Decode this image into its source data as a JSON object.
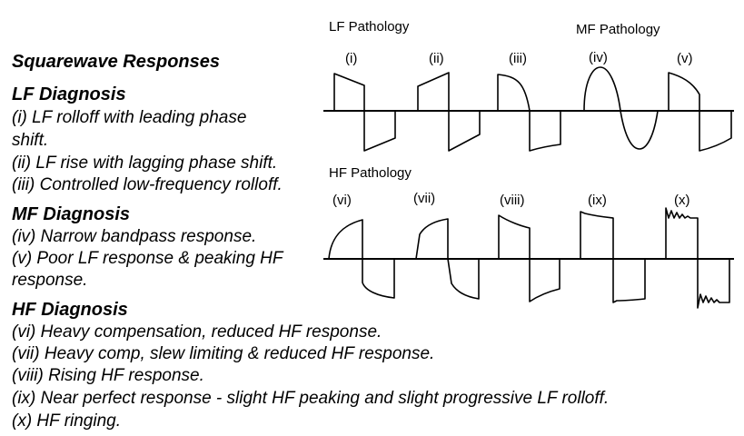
{
  "text_panel": {
    "title": "Squarewave Responses",
    "lf": {
      "heading": "LF Diagnosis",
      "items": [
        "(i) LF rolloff with leading phase",
        "shift.",
        "(ii) LF rise with lagging phase shift.",
        "(iii) Controlled low-frequency rolloff."
      ]
    },
    "mf": {
      "heading": "MF Diagnosis",
      "items": [
        "(iv) Narrow bandpass response.",
        "(v) Poor LF response & peaking HF",
        "response."
      ]
    },
    "hf": {
      "heading": "HF Diagnosis",
      "items": [
        "(vi) Heavy compensation, reduced HF response.",
        "(vii) Heavy comp, slew limiting & reduced HF response.",
        "(viii) Rising HF response.",
        "(ix) Near perfect response - slight HF peaking and slight progressive LF rolloff.",
        "(x) HF ringing."
      ]
    }
  },
  "diagram": {
    "lf_title": "LF Pathology",
    "mf_title": "MF Pathology",
    "hf_title": "HF Pathology",
    "top_labels": [
      "(i)",
      "(ii)",
      "(iii)",
      "(iv)",
      "(v)"
    ],
    "bottom_labels": [
      "(vi)",
      "(vii)",
      "(viii)",
      "(ix)",
      "(x)"
    ]
  }
}
